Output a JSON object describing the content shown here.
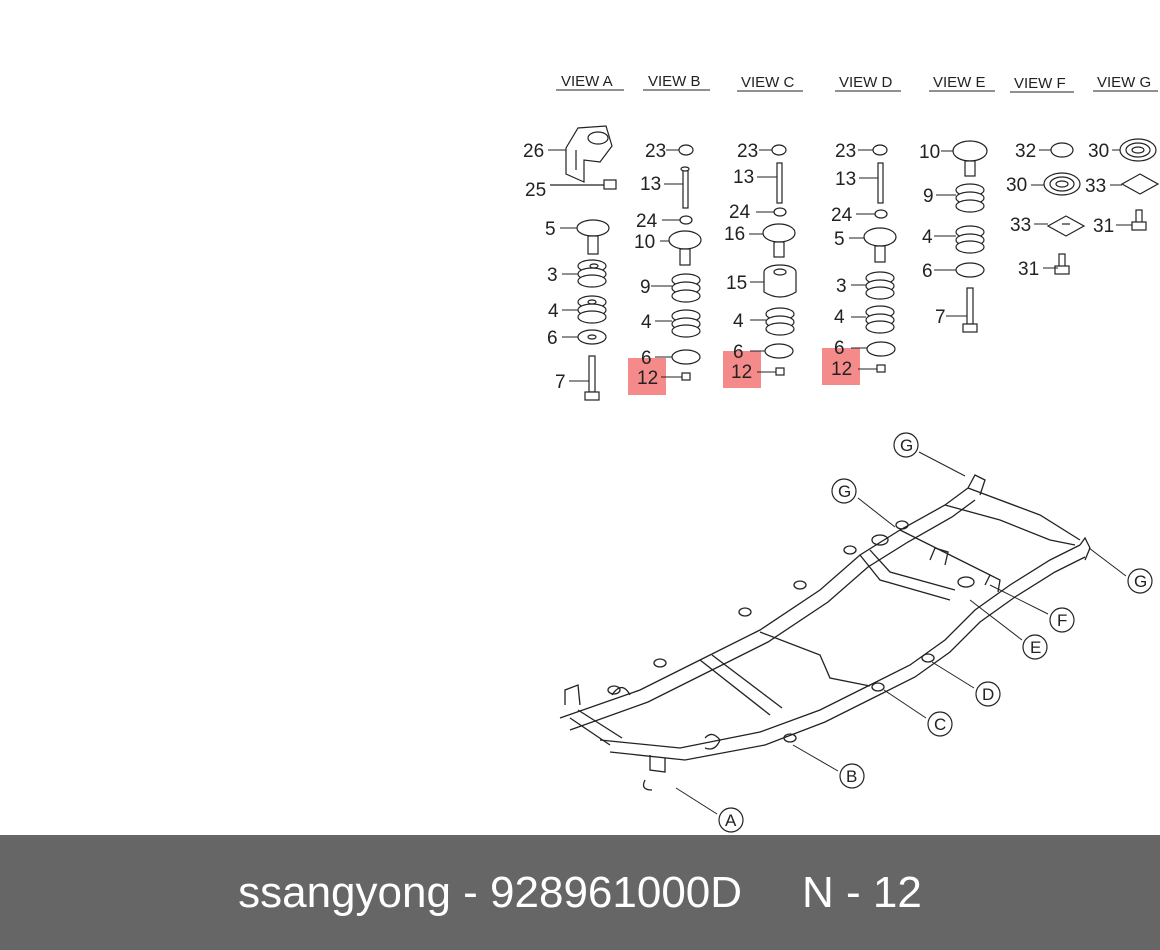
{
  "views": [
    "VIEW A",
    "VIEW B",
    "VIEW C",
    "VIEW D",
    "VIEW E",
    "VIEW F",
    "VIEW G"
  ],
  "view_a": [
    "26",
    "25",
    "5",
    "3",
    "4",
    "6",
    "7"
  ],
  "view_b": [
    "23",
    "13",
    "24",
    "10",
    "9",
    "4",
    "6",
    "12"
  ],
  "view_c": [
    "23",
    "13",
    "24",
    "16",
    "15",
    "4",
    "6",
    "12"
  ],
  "view_d": [
    "23",
    "13",
    "24",
    "5",
    "3",
    "4",
    "6",
    "12"
  ],
  "view_e": [
    "10",
    "9",
    "4",
    "6",
    "7"
  ],
  "view_f": [
    "32",
    "30",
    "33",
    "31"
  ],
  "view_g": [
    "30",
    "33",
    "31"
  ],
  "callouts": [
    "G",
    "G",
    "G",
    "F",
    "E",
    "D",
    "C",
    "B",
    "A"
  ],
  "highlight_color": "#f48a8a",
  "footer": {
    "brand_part": "ssangyong - 928961000D",
    "position": "N - 12"
  }
}
